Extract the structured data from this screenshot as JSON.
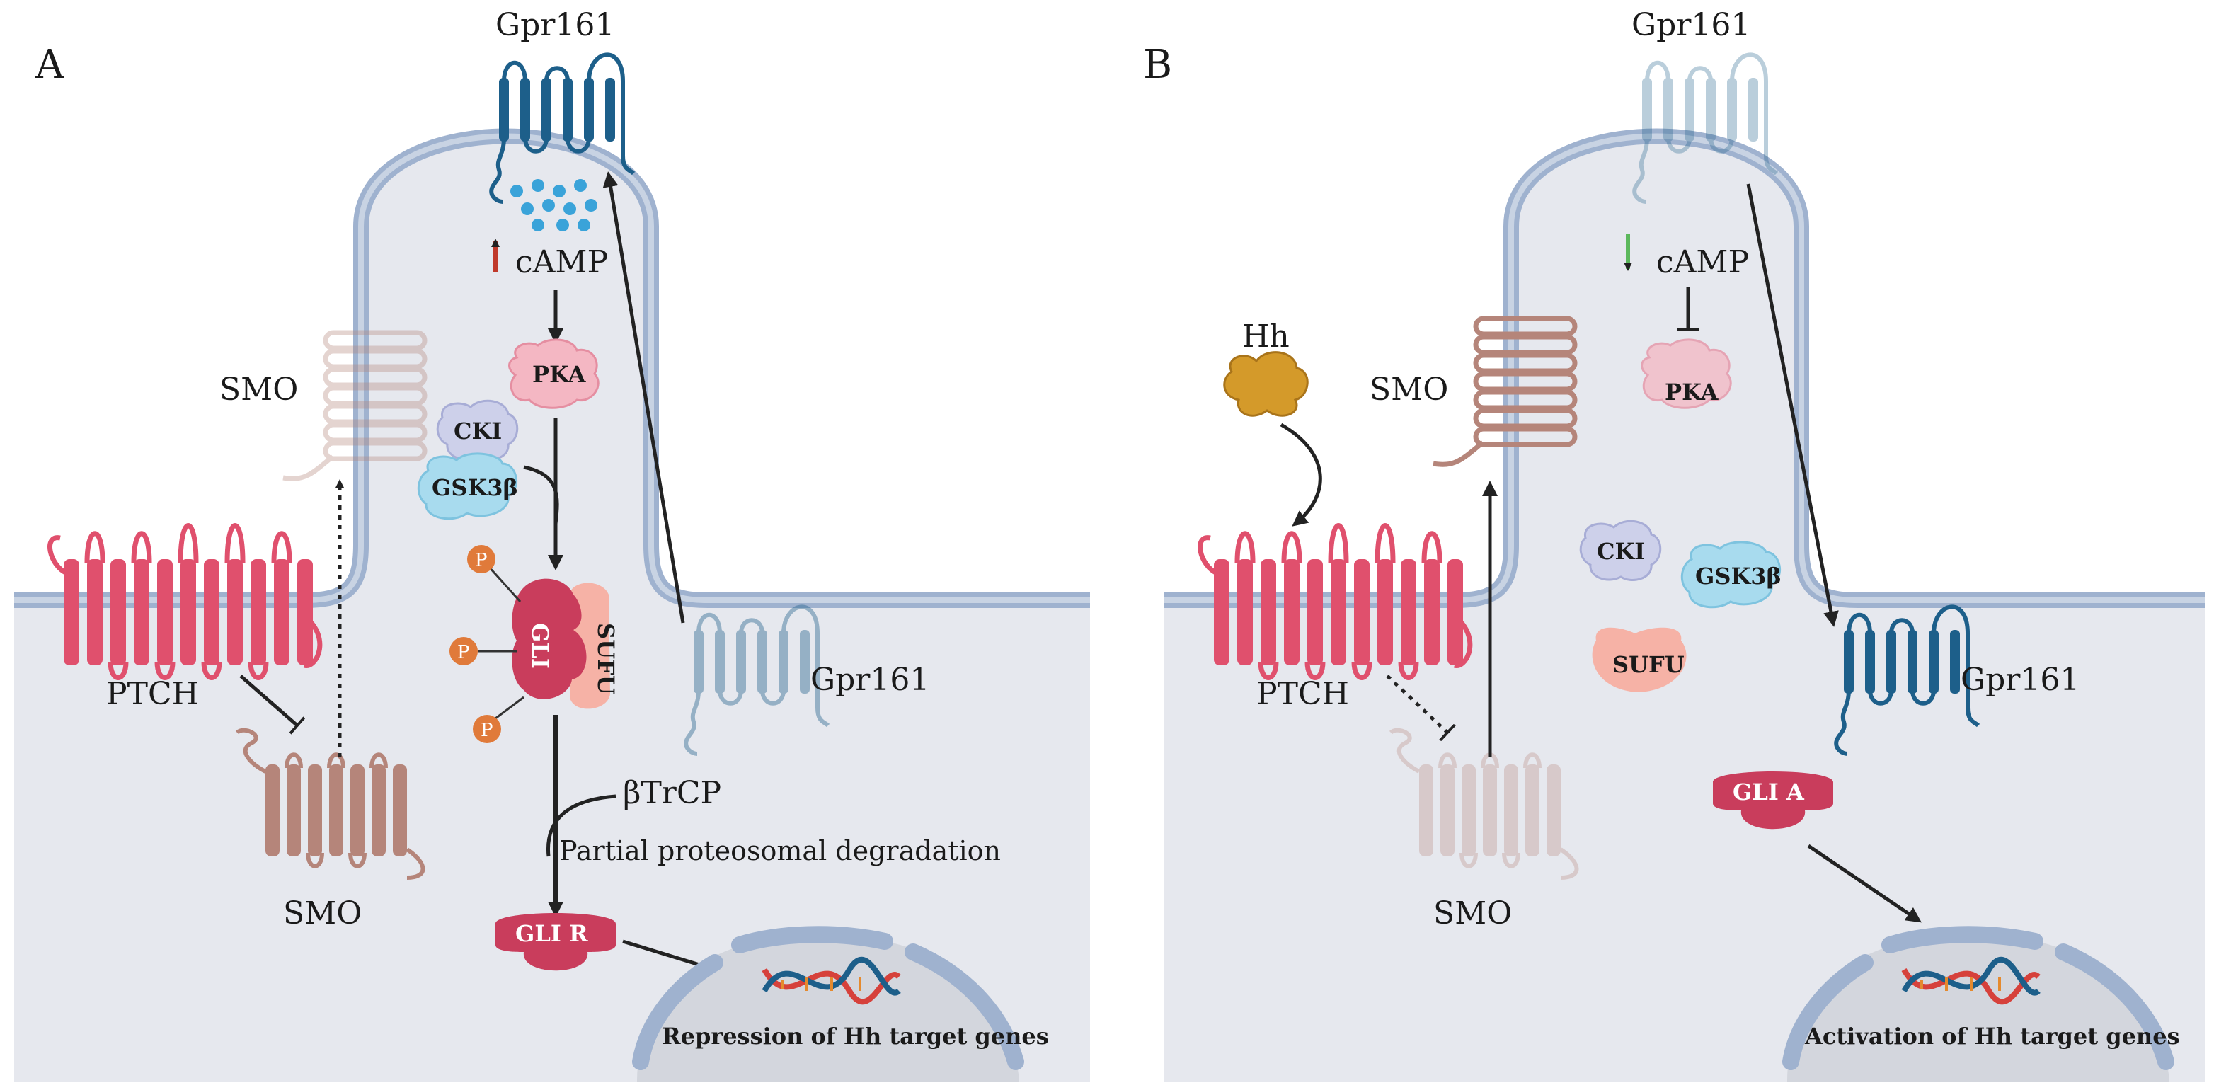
{
  "panels": {
    "A": {
      "letter": "A",
      "gpr161_top": "Gpr161",
      "gpr161_side": "Gpr161",
      "camp": "cAMP",
      "pka": "PKA",
      "cki": "CKI",
      "gsk": "GSK3β",
      "smo_upper": "SMO",
      "smo_lower": "SMO",
      "ptch": "PTCH",
      "gli": "GLI",
      "sufu": "SUFU",
      "phospho": "P",
      "btrcp": "βTrCP",
      "degradation": "Partial proteosomal degradation",
      "gli_r": "GLI R",
      "target": "Repression of Hh target genes"
    },
    "B": {
      "letter": "B",
      "gpr161_top": "Gpr161",
      "gpr161_side": "Gpr161",
      "camp": "cAMP",
      "pka": "PKA",
      "hh": "Hh",
      "smo_upper": "SMO",
      "smo_lower": "SMO",
      "ptch": "PTCH",
      "cki": "CKI",
      "gsk": "GSK3β",
      "sufu": "SUFU",
      "gli_a": "GLI A",
      "target": "Activation of Hh target genes"
    }
  },
  "colors": {
    "membrane": "#9fb2cf",
    "cytoplasm": "#e6e8ee",
    "ptch": "#e0506d",
    "smo": "#b5857a",
    "gpr161": "#1d5f8a",
    "gli": "#c93d5c",
    "pka": "#f4b7c3",
    "sufu": "#f6b2a6",
    "up_arrow": "#c0392b",
    "down_arrow": "#5cb85c",
    "hh": "#d49a2a"
  }
}
